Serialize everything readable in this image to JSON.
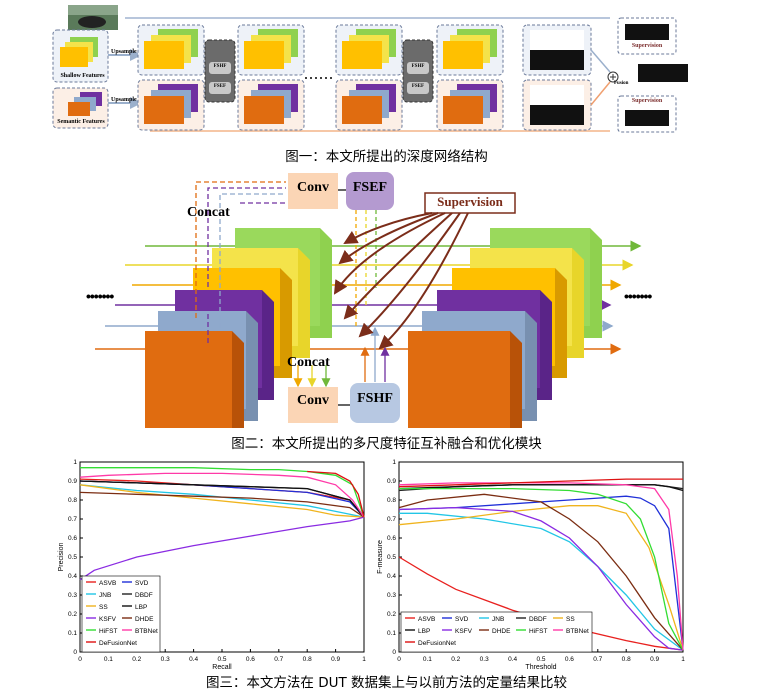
{
  "figure1": {
    "caption": "图一：本文所提出的深度网络结构",
    "shallow_label": "Shallow Features",
    "semantic_label": "Semantic Features",
    "upsample": "Upsample",
    "fshf": "FSHF",
    "fsef": "FSEF",
    "supervision": "Supervision",
    "fusion": "Fusion"
  },
  "figure2": {
    "caption": "图二：本文所提出的多尺度特征互补融合和优化模块",
    "conv": "Conv",
    "fsef": "FSEF",
    "fshf": "FSHF",
    "concat": "Concat",
    "supervision": "Supervision",
    "dots": "•••••••"
  },
  "figure3": {
    "caption": "图三：本文方法在 DUT 数据集上与以前方法的定量结果比较",
    "colors": {
      "ASVB": "#e8211f",
      "SVD": "#2030d8",
      "JNB": "#22c6e6",
      "DBDF": "#222222",
      "SS": "#f0b41e",
      "LBP": "#111111",
      "KSFV": "#8a2be2",
      "DHDE": "#7b2d12",
      "HiFST": "#33dd33",
      "BTBNet": "#ff3aa8",
      "DeFusionNet": "#dd1111"
    }
  },
  "chart_data": [
    {
      "type": "line",
      "xlabel": "Recall",
      "ylabel": "Precision",
      "xlim": [
        0,
        1
      ],
      "ylim": [
        0,
        1
      ],
      "xticks": [
        "0",
        "0.1",
        "0.2",
        "0.3",
        "0.4",
        "0.5",
        "0.6",
        "0.7",
        "0.8",
        "0.9",
        "1"
      ],
      "yticks": [
        "0",
        "0.1",
        "0.2",
        "0.3",
        "0.4",
        "0.5",
        "0.6",
        "0.7",
        "0.8",
        "0.9",
        "1"
      ],
      "legend_position": "bottom-left",
      "legend_cols": 2,
      "series": [
        {
          "name": "ASVB",
          "x": [
            0,
            0.2,
            0.4,
            0.6,
            0.8,
            0.95,
            1
          ],
          "y": [
            0.91,
            0.9,
            0.88,
            0.86,
            0.84,
            0.8,
            0.71
          ]
        },
        {
          "name": "SVD",
          "x": [
            0,
            0.2,
            0.4,
            0.6,
            0.8,
            0.95,
            1
          ],
          "y": [
            0.9,
            0.89,
            0.88,
            0.86,
            0.84,
            0.79,
            0.71
          ]
        },
        {
          "name": "JNB",
          "x": [
            0,
            0.2,
            0.4,
            0.6,
            0.8,
            0.9,
            1
          ],
          "y": [
            0.88,
            0.85,
            0.83,
            0.8,
            0.77,
            0.74,
            0.71
          ]
        },
        {
          "name": "DBDF",
          "x": [
            0,
            0.2,
            0.4,
            0.6,
            0.8,
            0.95,
            1
          ],
          "y": [
            0.9,
            0.89,
            0.88,
            0.87,
            0.86,
            0.8,
            0.71
          ]
        },
        {
          "name": "SS",
          "x": [
            0,
            0.2,
            0.4,
            0.6,
            0.8,
            0.9,
            1
          ],
          "y": [
            0.88,
            0.84,
            0.81,
            0.78,
            0.75,
            0.72,
            0.71
          ]
        },
        {
          "name": "LBP",
          "x": [
            0,
            0.2,
            0.4,
            0.6,
            0.8,
            0.95,
            1
          ],
          "y": [
            0.9,
            0.89,
            0.88,
            0.87,
            0.86,
            0.8,
            0.71
          ]
        },
        {
          "name": "KSFV",
          "x": [
            0,
            0.05,
            0.2,
            0.4,
            0.6,
            0.8,
            0.95,
            1
          ],
          "y": [
            0.38,
            0.43,
            0.5,
            0.56,
            0.61,
            0.66,
            0.69,
            0.71
          ]
        },
        {
          "name": "DHDE",
          "x": [
            0,
            0.2,
            0.4,
            0.6,
            0.8,
            0.95,
            1
          ],
          "y": [
            0.84,
            0.83,
            0.82,
            0.81,
            0.79,
            0.76,
            0.71
          ]
        },
        {
          "name": "HiFST",
          "x": [
            0,
            0.2,
            0.4,
            0.6,
            0.7,
            0.8,
            0.9,
            0.96,
            1
          ],
          "y": [
            0.97,
            0.97,
            0.97,
            0.96,
            0.96,
            0.95,
            0.93,
            0.88,
            0.71
          ]
        },
        {
          "name": "BTBNet",
          "x": [
            0,
            0.1,
            0.3,
            0.5,
            0.7,
            0.8,
            0.9,
            0.96,
            1
          ],
          "y": [
            0.92,
            0.93,
            0.94,
            0.94,
            0.93,
            0.92,
            0.88,
            0.8,
            0.71
          ]
        },
        {
          "name": "DeFusionNet",
          "x": [
            0.8,
            0.9,
            0.95,
            0.98,
            1
          ],
          "y": [
            0.95,
            0.94,
            0.9,
            0.83,
            0.71
          ]
        }
      ]
    },
    {
      "type": "line",
      "xlabel": "Threshold",
      "ylabel": "F-measure",
      "xlim": [
        0,
        1
      ],
      "ylim": [
        0,
        1
      ],
      "xticks": [
        "0",
        "0.1",
        "0.2",
        "0.3",
        "0.4",
        "0.5",
        "0.6",
        "0.7",
        "0.8",
        "0.9",
        "1"
      ],
      "yticks": [
        "0",
        "0.1",
        "0.2",
        "0.3",
        "0.4",
        "0.5",
        "0.6",
        "0.7",
        "0.8",
        "0.9",
        "1"
      ],
      "legend_position": "bottom-left",
      "legend_cols": 5,
      "series": [
        {
          "name": "ASVB",
          "x": [
            0,
            0.1,
            0.2,
            0.4,
            0.6,
            0.8,
            0.9,
            1
          ],
          "y": [
            0.5,
            0.41,
            0.33,
            0.22,
            0.13,
            0.06,
            0.03,
            0.01
          ]
        },
        {
          "name": "SVD",
          "x": [
            0,
            0.2,
            0.4,
            0.6,
            0.7,
            0.8,
            0.85,
            0.9,
            0.95,
            1
          ],
          "y": [
            0.75,
            0.76,
            0.78,
            0.8,
            0.81,
            0.82,
            0.81,
            0.77,
            0.65,
            0.01
          ]
        },
        {
          "name": "JNB",
          "x": [
            0,
            0.1,
            0.3,
            0.5,
            0.6,
            0.7,
            0.8,
            0.9,
            1
          ],
          "y": [
            0.73,
            0.73,
            0.7,
            0.65,
            0.58,
            0.45,
            0.3,
            0.12,
            0.01
          ]
        },
        {
          "name": "DBDF",
          "x": [
            0,
            0.2,
            0.4,
            0.6,
            0.8,
            0.9,
            0.95,
            1
          ],
          "y": [
            0.85,
            0.87,
            0.88,
            0.88,
            0.88,
            0.88,
            0.87,
            0.86
          ]
        },
        {
          "name": "SS",
          "x": [
            0,
            0.2,
            0.4,
            0.6,
            0.7,
            0.8,
            0.88,
            0.95,
            1
          ],
          "y": [
            0.67,
            0.7,
            0.74,
            0.77,
            0.77,
            0.73,
            0.55,
            0.25,
            0.01
          ]
        },
        {
          "name": "LBP",
          "x": [
            0,
            0.2,
            0.4,
            0.6,
            0.8,
            0.9,
            0.95,
            1
          ],
          "y": [
            0.86,
            0.87,
            0.88,
            0.88,
            0.88,
            0.88,
            0.87,
            0.85
          ]
        },
        {
          "name": "KSFV",
          "x": [
            0,
            0.2,
            0.4,
            0.5,
            0.6,
            0.7,
            0.8,
            0.9,
            0.95,
            1
          ],
          "y": [
            0.75,
            0.76,
            0.74,
            0.69,
            0.6,
            0.45,
            0.25,
            0.08,
            0.02,
            0.01
          ]
        },
        {
          "name": "DHDE",
          "x": [
            0,
            0.1,
            0.3,
            0.5,
            0.6,
            0.7,
            0.8,
            0.9,
            1
          ],
          "y": [
            0.76,
            0.8,
            0.83,
            0.79,
            0.7,
            0.58,
            0.4,
            0.18,
            0.01
          ]
        },
        {
          "name": "HiFST",
          "x": [
            0,
            0.2,
            0.4,
            0.6,
            0.7,
            0.8,
            0.85,
            0.9,
            0.95,
            1
          ],
          "y": [
            0.86,
            0.86,
            0.86,
            0.85,
            0.83,
            0.78,
            0.7,
            0.5,
            0.15,
            0.01
          ]
        },
        {
          "name": "BTBNet",
          "x": [
            0,
            0.2,
            0.4,
            0.6,
            0.8,
            0.9,
            0.95,
            0.98,
            1
          ],
          "y": [
            0.88,
            0.89,
            0.89,
            0.89,
            0.88,
            0.86,
            0.75,
            0.4,
            0.01
          ]
        },
        {
          "name": "DeFusionNet",
          "x": [
            0,
            0.2,
            0.4,
            0.6,
            0.8,
            0.9,
            1
          ],
          "y": [
            0.87,
            0.88,
            0.89,
            0.9,
            0.91,
            0.91,
            0.91
          ]
        }
      ]
    }
  ]
}
